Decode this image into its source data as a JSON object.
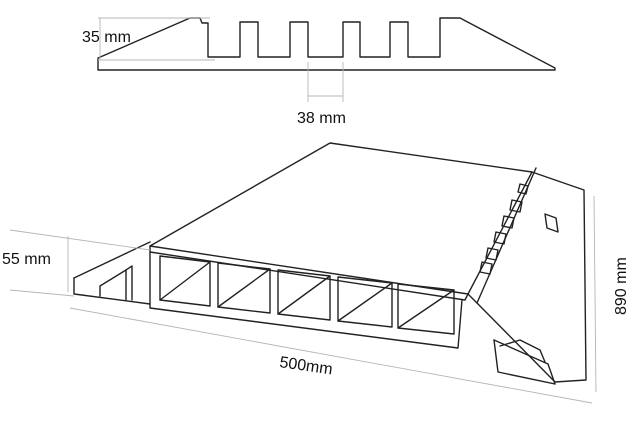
{
  "labels": {
    "profile_height": "35 mm",
    "channel_width": "38 mm",
    "height": "55 mm",
    "depth": "500mm",
    "length": "890 mm"
  }
}
